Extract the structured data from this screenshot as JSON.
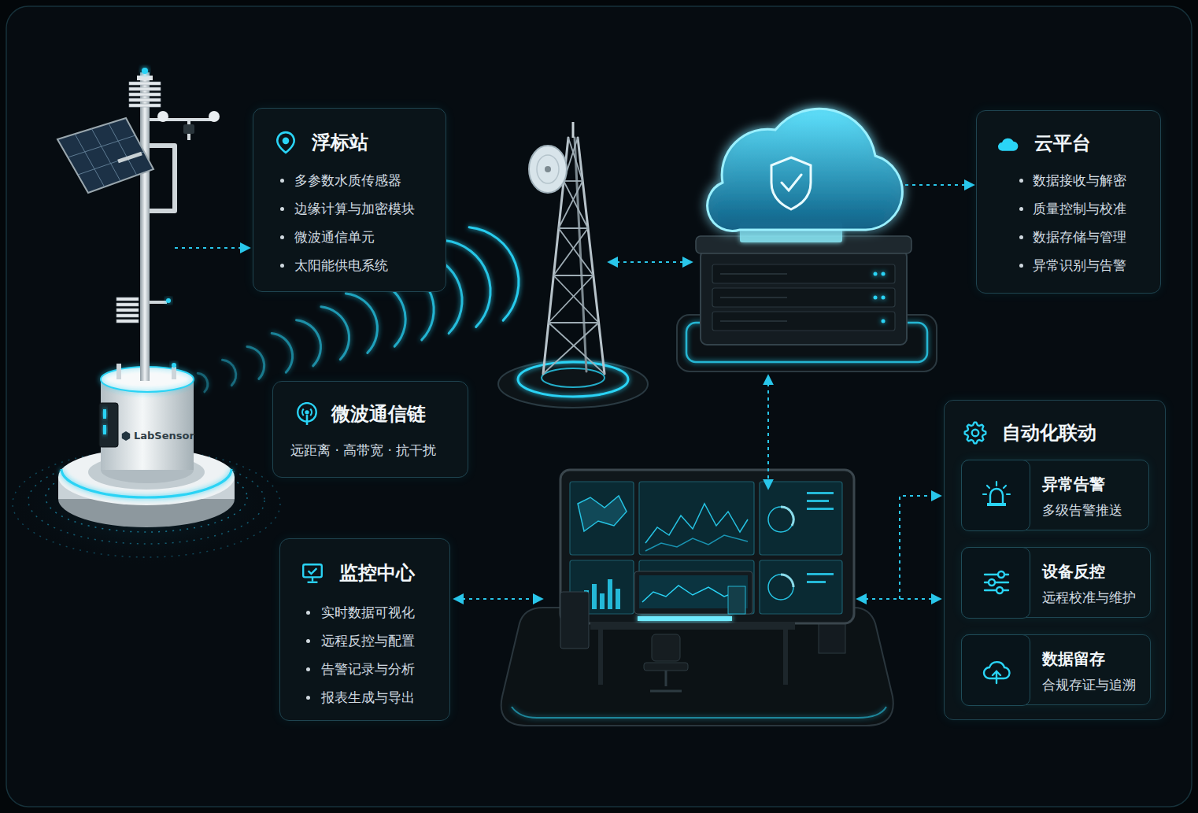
{
  "diagram": {
    "nodes": [
      {
        "text": [
          "浮标站",
          "多参数水质传感器",
          "边缘计算与加密模块",
          "微波通信单元",
          "太阳能供电系统"
        ]
      },
      {
        "text": [
          "云平台",
          "数据接收与解密",
          "质量控制与校准",
          "数据存储与管理",
          "异常识别与告警"
        ]
      },
      {
        "text": [
          "微波通信链",
          "远距离 · 高带宽 · 抗干扰"
        ]
      },
      {
        "text": [
          "自动化联动"
        ]
      },
      {
        "text": [
          "异常告警",
          "多级告警推送"
        ],
        "in": 3
      },
      {
        "text": [
          "设备反控",
          "远程校准与维护"
        ],
        "in": 3
      },
      {
        "text": [
          "数据留存",
          "合规存证与追溯"
        ],
        "in": 3
      },
      {
        "text": [
          "监控中心",
          "实时数据可视化",
          "远程反控与配置",
          "告警记录与分析",
          "报表生成与导出"
        ]
      }
    ],
    "labels": [
      "LabSensor"
    ]
  }
}
